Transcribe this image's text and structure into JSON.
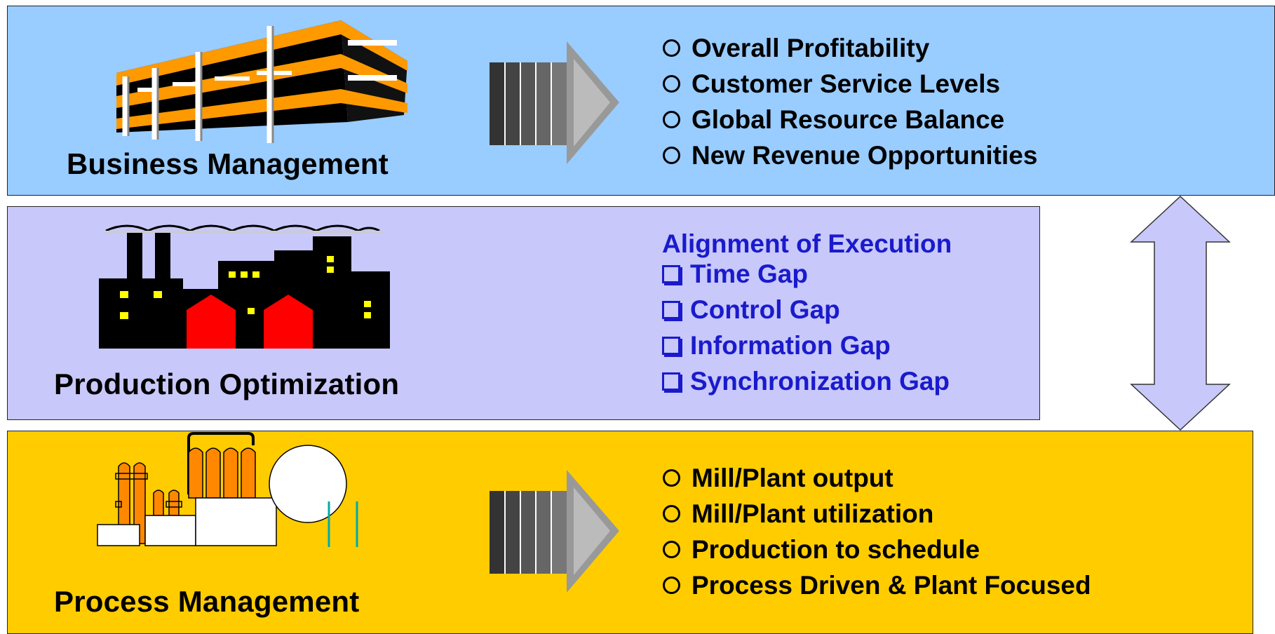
{
  "business": {
    "title": "Business Management",
    "items": [
      "Overall Profitability",
      "Customer Service Levels",
      "Global Resource Balance",
      "New Revenue Opportunities"
    ]
  },
  "production": {
    "title": "Production Optimization",
    "heading": "Alignment of Execution",
    "items": [
      "Time Gap",
      "Control Gap",
      "Information Gap",
      "Synchronization Gap"
    ]
  },
  "process": {
    "title": "Process Management",
    "items": [
      "Mill/Plant output",
      "Mill/Plant utilization",
      "Production to schedule",
      "Process Driven & Plant Focused"
    ]
  },
  "colors": {
    "business_bg": "#99ccff",
    "production_bg": "#c8c8fa",
    "process_bg": "#ffcc00",
    "heading_blue": "#1a1acc"
  },
  "icons": {
    "business": "office-building-icon",
    "production": "factory-icon",
    "process": "refinery-plant-icon",
    "flow": "striped-arrow-icon",
    "vertical": "double-headed-arrow-icon"
  }
}
